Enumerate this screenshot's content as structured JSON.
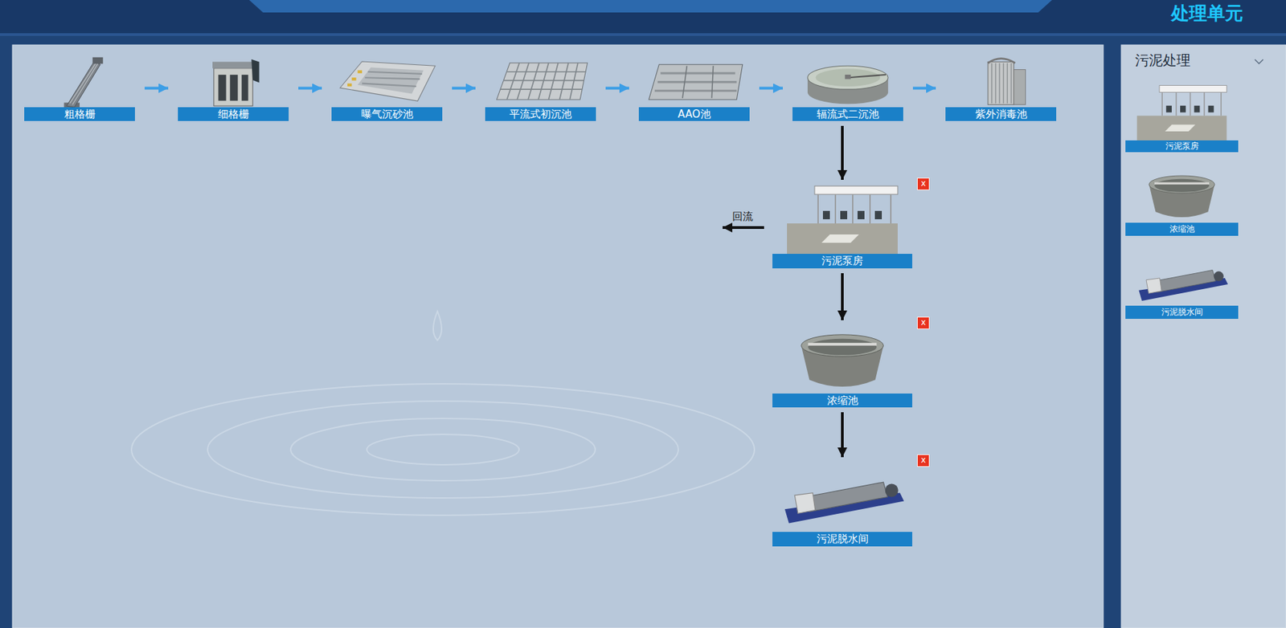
{
  "diagram": {
    "nodes": [
      {
        "text": [
          "粗格栅"
        ]
      },
      {
        "text": [
          "细格栅"
        ]
      },
      {
        "text": [
          "曝气沉砂池"
        ]
      },
      {
        "text": [
          "平流式初沉池"
        ]
      },
      {
        "text": [
          "AAO池"
        ]
      },
      {
        "text": [
          "辐流式二沉池"
        ]
      },
      {
        "text": [
          "紫外消毒池"
        ]
      },
      {
        "text": [
          "污泥泵房"
        ]
      },
      {
        "text": [
          "浓缩池"
        ]
      },
      {
        "text": [
          "污泥脱水间"
        ]
      },
      {
        "text": [
          "污泥泵房"
        ]
      },
      {
        "text": [
          "浓缩池"
        ]
      },
      {
        "text": [
          "污泥脱水间"
        ]
      }
    ],
    "edges": [
      {
        "from": 0,
        "to": 1,
        "arrow": "to"
      },
      {
        "from": 1,
        "to": 2,
        "arrow": "to"
      },
      {
        "from": 2,
        "to": 3,
        "arrow": "to"
      },
      {
        "from": 3,
        "to": 4,
        "arrow": "to"
      },
      {
        "from": 4,
        "to": 5,
        "arrow": "to"
      },
      {
        "from": 5,
        "to": 6,
        "arrow": "to"
      },
      {
        "from": 5,
        "to": 7,
        "arrow": "to"
      },
      {
        "from": 7,
        "to": 8,
        "arrow": "to"
      },
      {
        "from": 8,
        "to": 9,
        "arrow": "to"
      }
    ],
    "labels": [
      "处理单元",
      "回流",
      "x",
      "x",
      "x",
      "污泥处理"
    ]
  }
}
